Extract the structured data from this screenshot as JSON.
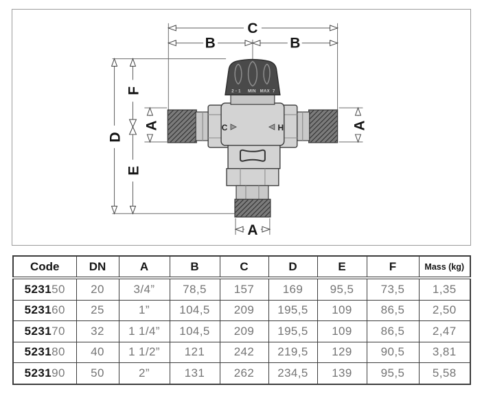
{
  "diagram": {
    "dims": {
      "c": "C",
      "b_left": "B",
      "b_right": "B",
      "d": "D",
      "f": "F",
      "e": "E",
      "a_left": "A",
      "a_right": "A",
      "a_bottom": "A"
    },
    "valve": {
      "cold_port": "C",
      "hot_port": "H",
      "knob_scale_left": "2 - 1",
      "knob_min": "MIN",
      "knob_max": "MAX",
      "knob_scale_right": "7"
    }
  },
  "table": {
    "headers": [
      "Code",
      "DN",
      "A",
      "B",
      "C",
      "D",
      "E",
      "F",
      "Mass (kg)"
    ],
    "rows": [
      {
        "code_prefix": "5231",
        "code_suffix": "50",
        "values": [
          "20",
          "3/4”",
          "78,5",
          "157",
          "169",
          "95,5",
          "73,5",
          "1,35"
        ]
      },
      {
        "code_prefix": "5231",
        "code_suffix": "60",
        "values": [
          "25",
          "1”",
          "104,5",
          "209",
          "195,5",
          "109",
          "86,5",
          "2,50"
        ]
      },
      {
        "code_prefix": "5231",
        "code_suffix": "70",
        "values": [
          "32",
          "1 1/4”",
          "104,5",
          "209",
          "195,5",
          "109",
          "86,5",
          "2,47"
        ]
      },
      {
        "code_prefix": "5231",
        "code_suffix": "80",
        "values": [
          "40",
          "1 1/2”",
          "121",
          "242",
          "219,5",
          "129",
          "90,5",
          "3,81"
        ]
      },
      {
        "code_prefix": "5231",
        "code_suffix": "90",
        "values": [
          "50",
          "2”",
          "131",
          "262",
          "234,5",
          "139",
          "95,5",
          "5,58"
        ]
      }
    ]
  }
}
